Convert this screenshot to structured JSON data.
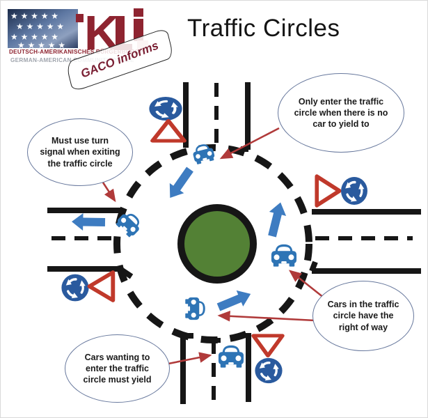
{
  "header": {
    "title": "Traffic Circles",
    "logo": {
      "letter_k": "K",
      "star_row": "★ ★ ★ ★ ★",
      "line1": "DEUTSCH-AMERIKANISCHES BÜRGERBÜRO",
      "line2": "GERMAN-AMERICAN COMMUNITY OFFICE",
      "banner": "GACO informs"
    }
  },
  "diagram": {
    "bubbles": {
      "exit_signal": {
        "text": "Must use turn signal when exiting the traffic circle"
      },
      "enter_clear": {
        "text": "Only enter the traffic circle when there is no car to yield to"
      },
      "right_of_way": {
        "text": "Cars in the traffic circle have the right of way"
      },
      "must_yield": {
        "text": "Cars wanting to enter the traffic circle must yield"
      }
    }
  },
  "icons": {
    "roundabout_sign": "roundabout-sign-icon",
    "yield_sign": "yield-sign-icon",
    "car": "car-icon",
    "flow_arrow": "flow-arrow-icon",
    "pointer_arrow": "pointer-arrow-icon",
    "us_flag": "us-flag-icon"
  },
  "colors": {
    "sign_blue": "#2a5a9e",
    "car_blue": "#2e74b5",
    "arrow_blue": "#3e7cc1",
    "island_green": "#538135",
    "warning_red": "#c0392b",
    "pointer_red": "#b03a3a",
    "logo_red": "#8e2430",
    "logo_gray": "#a0a5ad"
  }
}
